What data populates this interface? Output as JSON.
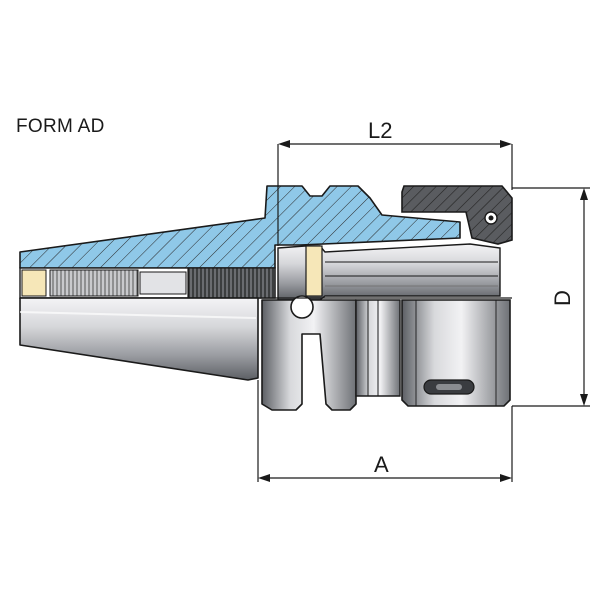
{
  "title": "FORM AD",
  "dimensions": {
    "length_l2": "L2",
    "length_a": "A",
    "diameter_d": "D"
  },
  "colors": {
    "section_fill": "#8fc8e8",
    "outline": "#1a1a1a",
    "steel_light": "#e8e8ea",
    "steel_mid": "#b4b6ba",
    "steel_dark": "#55585e",
    "nut_dark": "#4a4c50"
  }
}
